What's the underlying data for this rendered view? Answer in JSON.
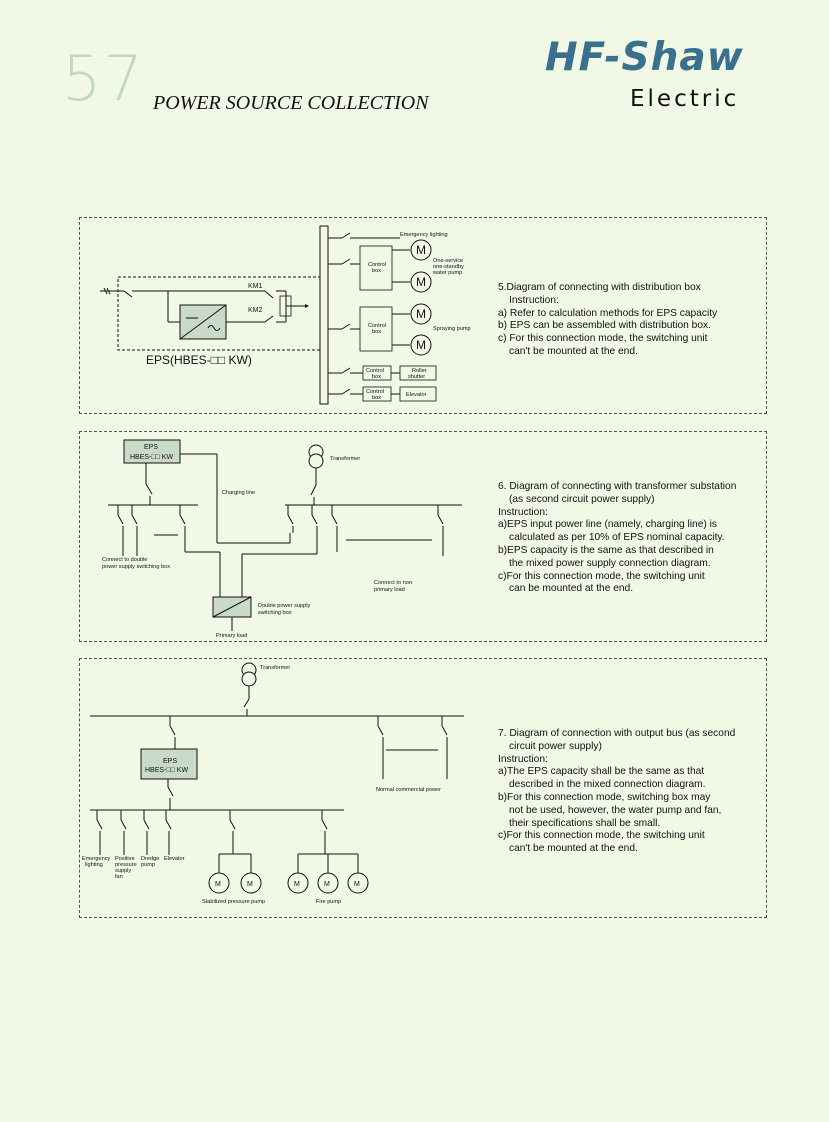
{
  "header": {
    "page_number": "57",
    "section_title": "POWER SOURCE COLLECTION",
    "brand_name": "HF-Shaw",
    "brand_sub": "Electric"
  },
  "colors": {
    "background": "#f2f8e6",
    "brand": "#3a6f8d",
    "page_number": "#c2d8c6",
    "box_fill": "#c9dbc8"
  },
  "diagram1": {
    "eps_label": "EPS(HBES-□□ KW)",
    "km1": "KM1",
    "km2": "KM2",
    "emergency_lighting": "Emergency lighting",
    "control_box": [
      "Control",
      "box"
    ],
    "m": "M",
    "water_pump": [
      "One-service",
      "one-standby",
      "water pump"
    ],
    "spraying_pump": "Spraying pump",
    "roller_shutter": [
      "Roller",
      "shutter"
    ],
    "elevator": "Elevator",
    "text": [
      "5.Diagram of connecting with distribution box",
      "Instruction:",
      "a) Refer to calculation methods for EPS capacity",
      "b) EPS can be assembled with distribution box.",
      "c) For this connection mode, the switching unit",
      "can't be mounted at the end."
    ]
  },
  "diagram2": {
    "eps": "EPS",
    "eps_model": "HBES-□□ KW",
    "transformer": "Transformer",
    "charging_line": "Charging line",
    "connect_double": [
      "Connect to double",
      "power supply switching box"
    ],
    "connect_non": [
      "Connect to non",
      "primary load"
    ],
    "double_box": [
      "Double power supply",
      "switching box"
    ],
    "primary_load": "Primary load",
    "text": [
      "6. Diagram of connecting with transformer substation",
      "(as second circuit power supply)",
      "Instruction:",
      "a)EPS input power line (namely, charging line) is",
      "calculated as per 10% of EPS nominal capacity.",
      "b)EPS capacity is the same as that described in",
      "the mixed power supply connection diagram.",
      "c)For this connection mode, the switching unit",
      "can be mounted at the end."
    ]
  },
  "diagram3": {
    "transformer": "Transformer",
    "eps": "EPS",
    "eps_model": "HBES-□□ KW",
    "normal_power": "Normal commercial power",
    "emergency": [
      "Emergency",
      "lighting"
    ],
    "positive": [
      "Positive",
      "pressure",
      "supply",
      "fan"
    ],
    "dredge": [
      "Dredge",
      "pump"
    ],
    "elevator": "Elevator",
    "m": "M",
    "stabilized": "Stabilized pressure pump",
    "fire_pump": "Fire pump",
    "text": [
      "7. Diagram of connection with output bus (as second",
      "circuit power supply)",
      "Instruction:",
      "a)The EPS capacity shall be the same as that",
      "described in the mixed connection diagram.",
      "b)For this connection mode, switching box may",
      "not be used, however, the water pump and fan,",
      "their specifications shall be small.",
      "c)For this connection mode, the switching unit",
      "can't be mounted at the end."
    ]
  }
}
